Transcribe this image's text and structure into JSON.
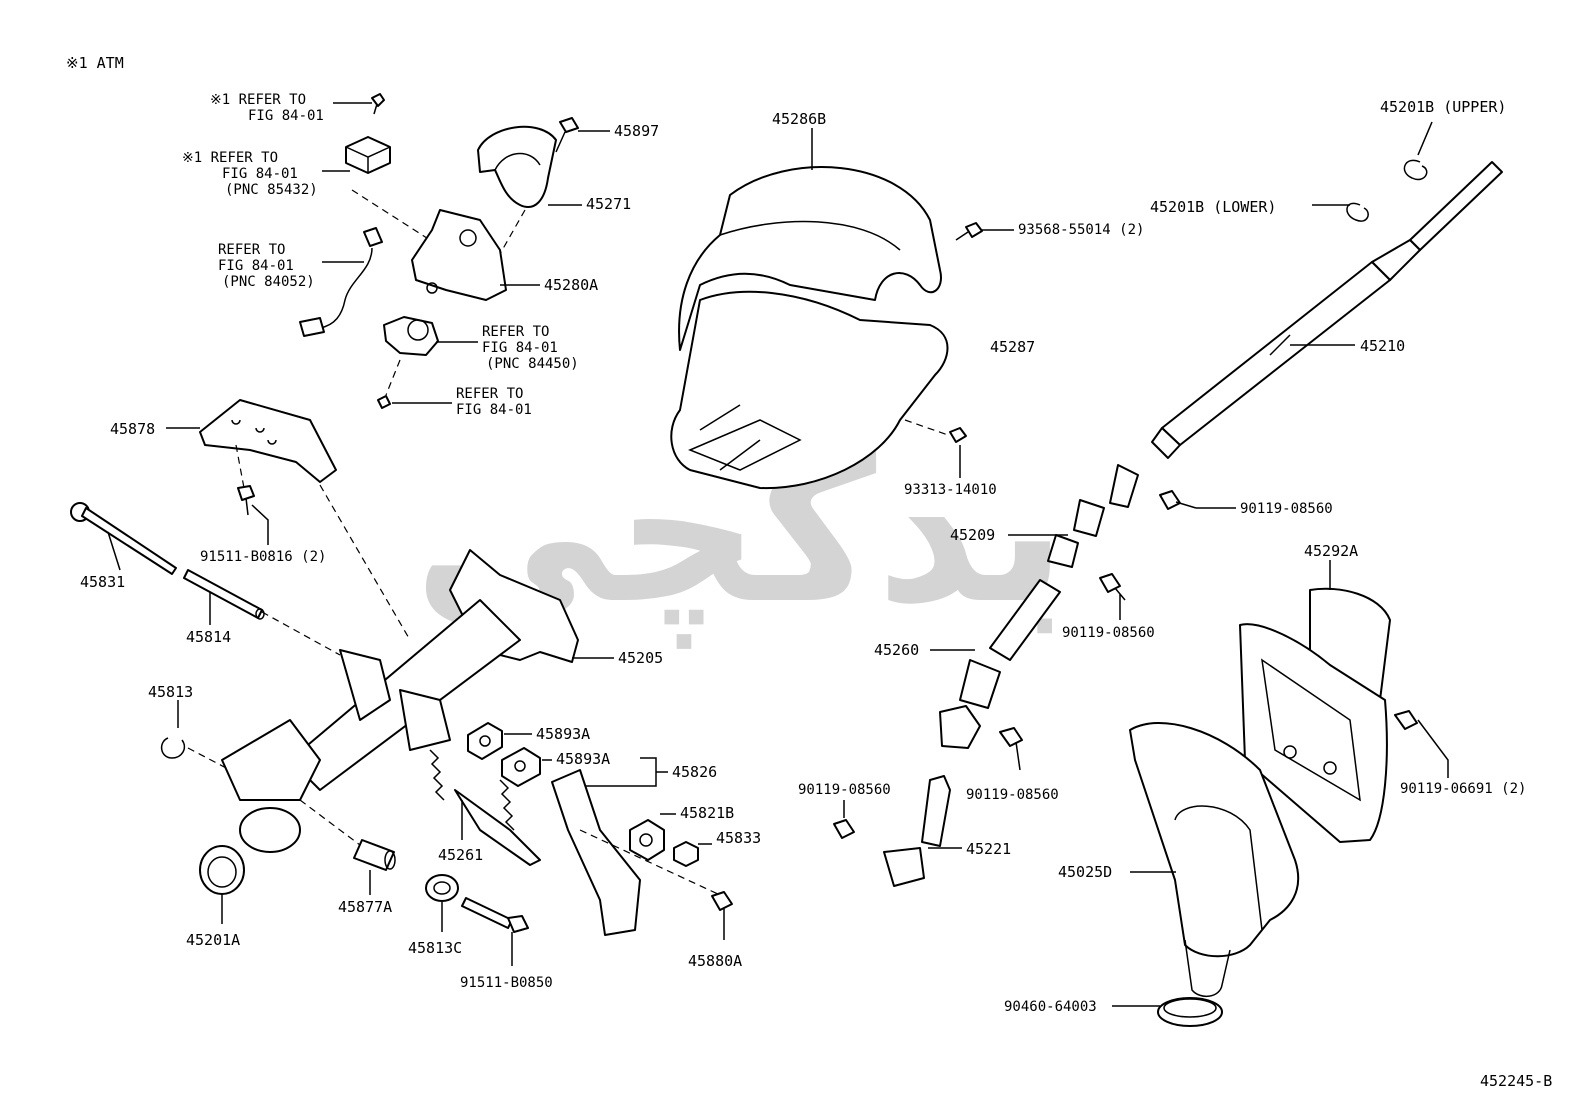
{
  "header_note": "※1  ATM",
  "footer_code": "452245-B",
  "watermark": "یدکچی",
  "labels": {
    "refer_84_01_a_1": "※1 REFER TO",
    "refer_84_01_a_2": "FIG 84-01",
    "refer_85432_1": "※1 REFER TO",
    "refer_85432_2": "FIG 84-01",
    "refer_85432_3": "(PNC 85432)",
    "refer_84052_1": "REFER TO",
    "refer_84052_2": "FIG 84-01",
    "refer_84052_3": "(PNC 84052)",
    "refer_84450_1": "REFER TO",
    "refer_84450_2": "FIG 84-01",
    "refer_84450_3": "(PNC 84450)",
    "refer_84_01_b_1": "REFER TO",
    "refer_84_01_b_2": "FIG 84-01",
    "p45897": "45897",
    "p45271": "45271",
    "p45280A": "45280A",
    "p45286B": "45286B",
    "p93568": "93568-55014 (2)",
    "p45287": "45287",
    "p45201B_upper": "45201B (UPPER)",
    "p45201B_lower": "45201B (LOWER)",
    "p45210": "45210",
    "p45878": "45878",
    "p91511_b0816": "91511-B0816 (2)",
    "p45831": "45831",
    "p45814": "45814",
    "p45205": "45205",
    "p45813": "45813",
    "p45893A_1": "45893A",
    "p45893A_2": "45893A",
    "p45826": "45826",
    "p45821B": "45821B",
    "p45833": "45833",
    "p45261": "45261",
    "p45877A": "45877A",
    "p45813C": "45813C",
    "p91511_b0850": "91511-B0850",
    "p45880A": "45880A",
    "p45201A": "45201A",
    "p93313": "93313-14010",
    "p45209": "45209",
    "p90119_08560_a": "90119-08560",
    "p90119_08560_b": "90119-08560",
    "p45260": "45260",
    "p90119_08560_c": "90119-08560",
    "p90119_08560_d": "90119-08560",
    "p45221": "45221",
    "p45292A": "45292A",
    "p90119_06691": "90119-06691 (2)",
    "p45025D": "45025D",
    "p90460": "90460-64003"
  }
}
